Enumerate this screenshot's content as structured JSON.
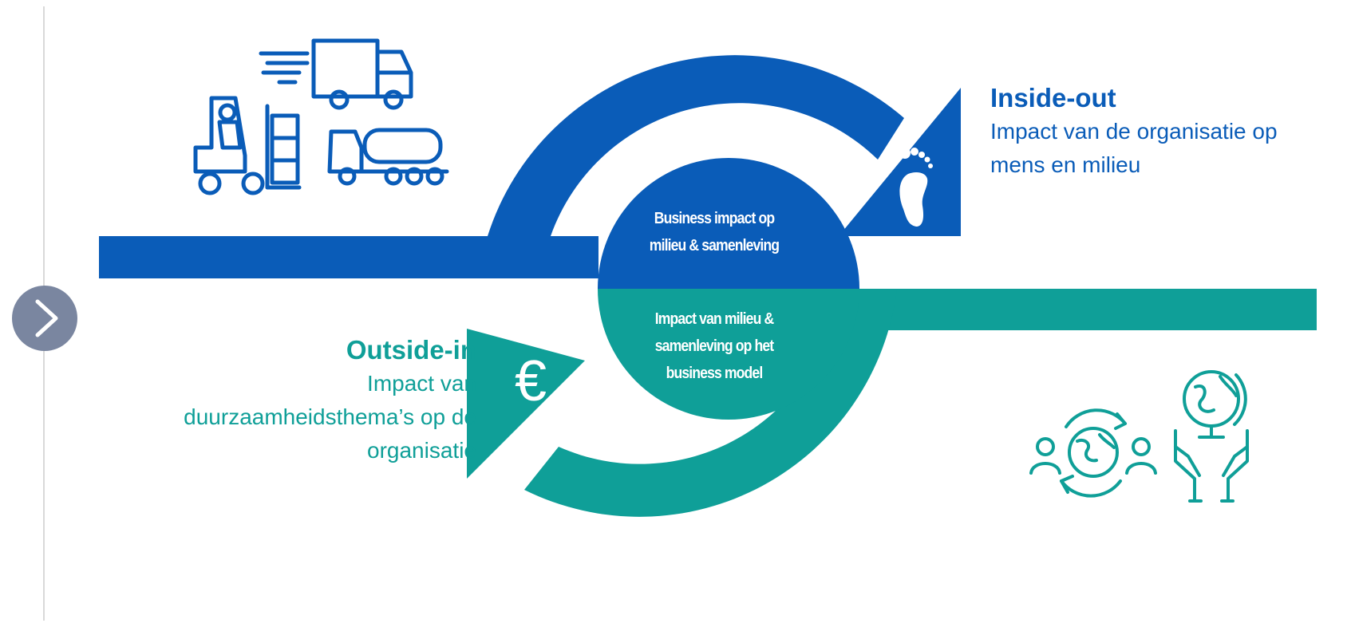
{
  "diagram": {
    "center_top_text_line1": "Business impact op",
    "center_top_text_line2": "milieu & samenleving",
    "center_bottom_text_line1": "Impact van milieu &",
    "center_bottom_text_line2": "samenleving op het",
    "center_bottom_text_line3": "business model",
    "inside_out_title": "Inside-out",
    "inside_out_desc_line1": "Impact van de organisatie op",
    "inside_out_desc_line2": "mens en milieu",
    "outside_in_title": "Outside-in",
    "outside_in_desc_line1": "Impact van",
    "outside_in_desc_line2": "duurzaamheidsthema’s op de",
    "outside_in_desc_line3": "organisatie",
    "euro_symbol": "€"
  },
  "colors": {
    "blue": "#0a5cb8",
    "teal": "#0f9f98",
    "nav_button": "#7a86a0"
  },
  "icons": [
    "logistics-icon",
    "footprint-icon",
    "euro-icon",
    "community-globe-icon",
    "hands-globe-icon",
    "chevron-right-icon"
  ]
}
